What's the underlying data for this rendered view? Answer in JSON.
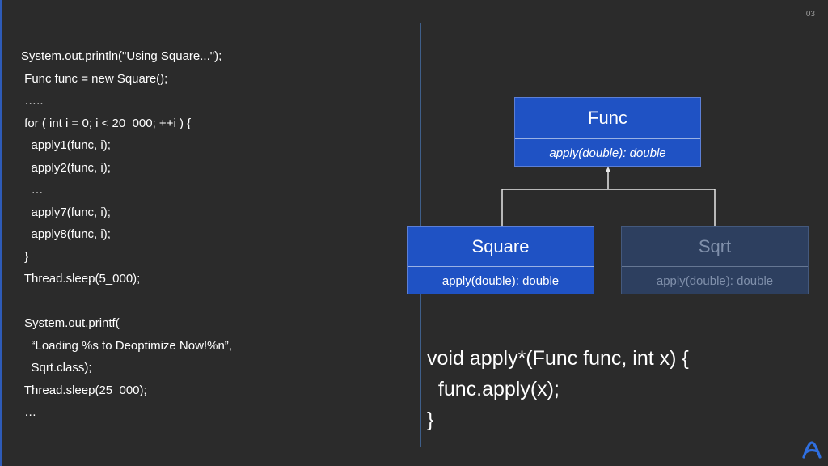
{
  "page_number": "03",
  "code_left": [
    "System.out.println(\"Using Square...\");",
    " Func func = new Square();",
    " …..",
    " for ( int i = 0; i < 20_000; ++i ) {",
    "   apply1(func, i);",
    "   apply2(func, i);",
    "   …",
    "   apply7(func, i);",
    "   apply8(func, i);",
    " }",
    " Thread.sleep(5_000);",
    "",
    " System.out.printf(",
    "   “Loading %s to Deoptimize Now!%n”,",
    "   Sqrt.class);",
    " Thread.sleep(25_000);",
    " …"
  ],
  "diagram": {
    "func": {
      "name": "Func",
      "method": "apply(double): double"
    },
    "square": {
      "name": "Square",
      "method": "apply(double): double"
    },
    "sqrt": {
      "name": "Sqrt",
      "method": "apply(double): double"
    }
  },
  "code_right": [
    "void apply*(Func func, int x) {",
    "  func.apply(x);",
    "}"
  ],
  "colors": {
    "background": "#2b2b2b",
    "active_box": "#1f52c4",
    "inactive_box": "#2d3f5f",
    "accent": "#2e5bb8",
    "logo": "#2f6fe0"
  },
  "icons": {
    "logo": "azul-logo-icon"
  }
}
